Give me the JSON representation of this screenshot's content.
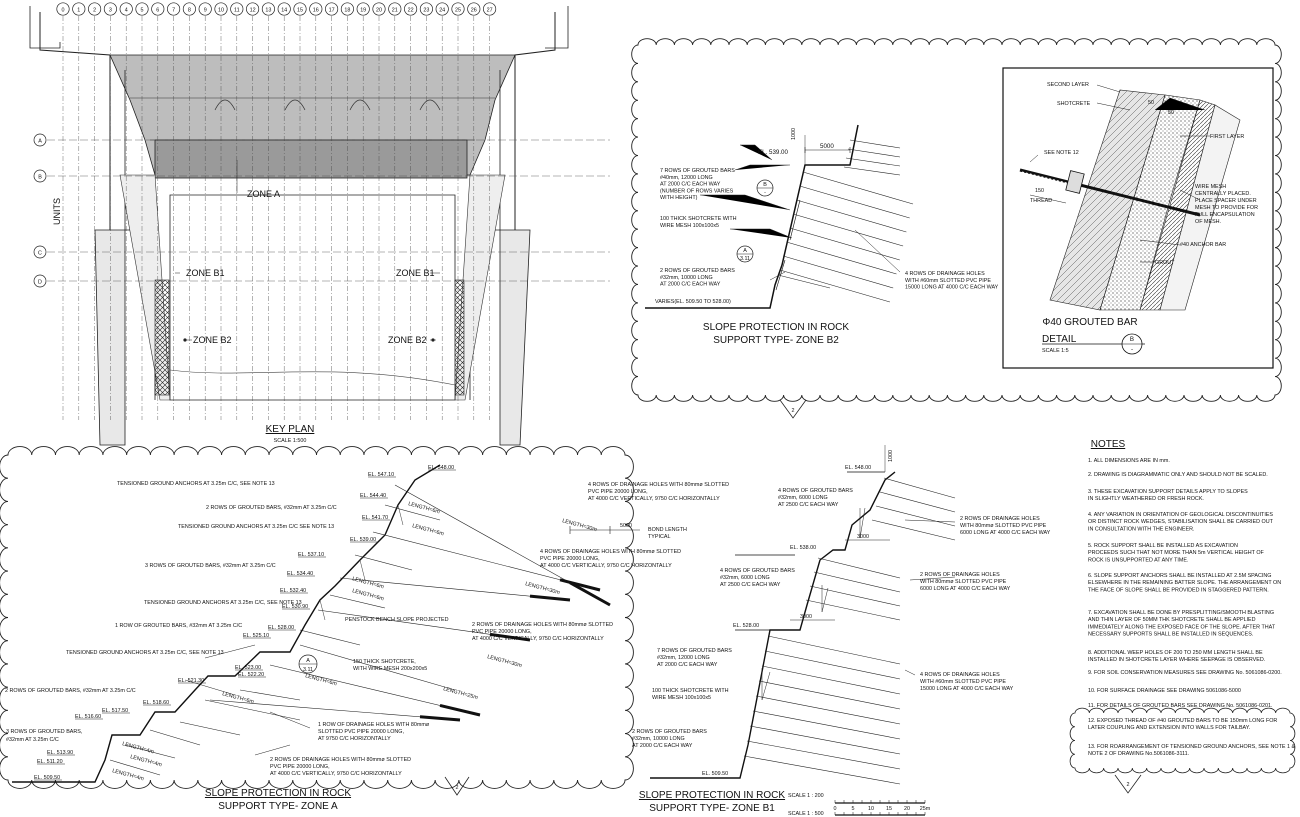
{
  "key_plan": {
    "title": "KEY PLAN",
    "scale": "SCALE 1:500",
    "grid_numbers": [
      "0",
      "1",
      "2",
      "3",
      "4",
      "5",
      "6",
      "7",
      "8",
      "9",
      "10",
      "11",
      "12",
      "13",
      "14",
      "15",
      "16",
      "17",
      "18",
      "19",
      "20",
      "21",
      "22",
      "23",
      "24",
      "25",
      "26",
      "27"
    ],
    "grid_letters": [
      "A",
      "B",
      "C",
      "D"
    ],
    "units_label": "UNITS",
    "zone_a": "ZONE A",
    "zone_b1_left": "ZONE B1",
    "zone_b1_right": "ZONE B1",
    "zone_b2_left": "ZONE B2",
    "zone_b2_right": "ZONE B2"
  },
  "zone_b2": {
    "title": "SLOPE PROTECTION IN ROCK",
    "subtitle": "SUPPORT TYPE- ZONE B2",
    "el_top": "EL. 539.00",
    "dim_5000": "5000",
    "dim_1000": "1000",
    "callout_b_letter": "B",
    "callout_b_sub": "-",
    "callout_a_letter": "A",
    "callout_a_sub": "3.11",
    "note_rows7": [
      "7 ROWS OF GROUTED BARS",
      "#40mm, 12000 LONG",
      "AT 2000 C/C EACH WAY",
      "(NUMBER OF ROWS VARIES",
      "WITH HEIGHT)"
    ],
    "note_shotcrete": [
      "100 THICK SHOTCRETE WITH",
      "WIRE MESH 100x100x5"
    ],
    "note_rows2": [
      "2 ROWS OF GROUTED BARS",
      "#32mm, 10000 LONG",
      "AT 2000 C/C EACH WAY"
    ],
    "note_varies": "VARIES(EL. 509.50 TO 528.00)",
    "note_drain": [
      "4 ROWS OF DRAINAGE HOLES",
      "WITH #60mm SLOTTED PVC PIPE",
      "15000 LONG AT 4000 C/C EACH WAY"
    ],
    "triangle_label": "2"
  },
  "detail_b": {
    "second_layer": "SECOND LAYER",
    "shotcrete": "SHOTCRETE",
    "first_layer": "FIRST LAYER",
    "see_note": "SEE NOTE 12",
    "dim_50a": "50",
    "dim_50b": "50",
    "dim_150": "150",
    "thread": "THREAD",
    "wire_mesh": [
      "WIRE MESH",
      "CENTRALLY PLACED.",
      "PLACE SPACER UNDER",
      "MESH TO PROVIDE FOR",
      "FULL ENCAPSULATION",
      "OF MESH."
    ],
    "anchor_bar": "#40 ANCHOR BAR",
    "grout": "GROUT",
    "bar_title": "Φ40 GROUTED BAR",
    "detail_label": "DETAIL",
    "detail_letter": "B",
    "detail_sub": "-",
    "detail_scale": "SCALE 1:5"
  },
  "zone_a": {
    "title": "SLOPE PROTECTION IN ROCK",
    "subtitle": "SUPPORT TYPE- ZONE A",
    "elevations": [
      "EL. 548.00",
      "EL. 547.10",
      "EL. 544.40",
      "EL. 541.70",
      "EL. 539.00",
      "EL. 537.10",
      "EL. 534.40",
      "EL. 532.40",
      "EL. 530.90",
      "EL. 528.00",
      "EL. 525.10",
      "EL. 523.00",
      "EL. 522.20",
      "EL. 521.30",
      "EL. 518.60",
      "EL. 517.50",
      "EL. 516.60",
      "EL. 513.90",
      "EL. 511.20",
      "EL. 509.50"
    ],
    "left_notes": [
      "TENSIONED GROUND ANCHORS AT 3.25m C/C, SEE NOTE 13",
      "2 ROWS OF GROUTED BARS, #32mm AT 3.25m C/C",
      "TENSIONED GROUND ANCHORS AT 3.25m C/C SEE NOTE 13",
      "3 ROWS OF GROUTED BARS, #32mm AT 3.25m C/C",
      "TENSIONED GROUND ANCHORS AT 3.25m C/C, SEE NOTE 13",
      "1 ROW OF GROUTED BARS, #32mm AT 3.25m C/C",
      "TENSIONED GROUND ANCHORS AT 3.25m C/C, SEE NOTE 13",
      "2 ROWS OF GROUTED BARS, #32mm AT 3.25m C/C",
      "3 ROWS OF GROUTED BARS,",
      "#32mm AT 3.25m C/C"
    ],
    "drain_notes_1": [
      "4 ROWS OF DRAINAGE HOLES WITH 80mmø SLOTTED",
      "PVC PIPE 20000 LONG,",
      "AT 4000 C/C VERTICALLY, 9750 C/C HORIZONTALLY"
    ],
    "drain_notes_2": [
      "4 ROWS OF DRAINAGE HOLES WITH 80mmø SLOTTED",
      "PVC PIPE 20000 LONG,",
      "AT 4000 C/C VERTICALLY, 9750 C/C HORIZONTALLY"
    ],
    "drain_notes_3": [
      "2 ROWS OF DRAINAGE HOLES WITH 80mmø SLOTTED",
      "PVC PIPE 20000 LONG,",
      "AT 4000 C/C VERTICALLY, 9750 C/C HORIZONTALLY"
    ],
    "drain_notes_4": [
      "1 ROW OF DRAINAGE HOLES WITH 80mmø",
      "SLOTTED PVC PIPE 20000 LONG,",
      "AT 9750 C/C HORIZONTALLY"
    ],
    "drain_notes_5": [
      "2 ROWS OF DRAINAGE HOLES WITH 80mmø SLOTTED",
      "PVC PIPE 20000 LONG,",
      "AT 4000 C/C VERTICALLY, 9750 C/C HORIZONTALLY"
    ],
    "bond_length": [
      "BOND LENGTH",
      "TYPICAL"
    ],
    "dim_5000": "5000",
    "lengths": [
      "LENGTH=30m",
      "LENGTH=6m",
      "LENGTH=6m",
      "LENGTH=30m",
      "LENGTH=6m",
      "LENGTH=6m",
      "LENGTH=30m",
      "LENGTH=6m",
      "LENGTH=25m",
      "LENGTH=6m",
      "LENGTH=4m",
      "LENGTH=4m",
      "LENGTH=4m"
    ],
    "penstock": "PENSTOCK BENCH SLOPE PROJECTED",
    "shotcrete": [
      "150 THICK SHOTCRETE,",
      "WITH WIRE MESH 200x200x5"
    ],
    "callout_a_letter": "A",
    "callout_a_sub": "3.11",
    "triangle_label": "2"
  },
  "zone_b1": {
    "title": "SLOPE PROTECTION IN ROCK",
    "subtitle": "SUPPORT TYPE- ZONE B1",
    "el_548": "EL. 548.00",
    "el_538": "EL. 538.00",
    "el_528": "EL. 528.00",
    "el_509": "EL. 509.50",
    "dim_3000a": "3000",
    "dim_3000b": "3000",
    "dim_1000": "1000",
    "note_top": [
      "4 ROWS OF GROUTED BARS",
      "#32mm, 6000 LONG",
      "AT 2500 C/C EACH WAY"
    ],
    "note_mid": [
      "4 ROWS OF GROUTED BARS",
      "#32mm, 6000 LONG",
      "AT 2500 C/C EACH WAY"
    ],
    "note_low": [
      "7 ROWS OF GROUTED BARS",
      "#32mm, 12000 LONG",
      "AT 2000 C/C EACH WAY"
    ],
    "note_shot": [
      "100 THICK SHOTCRETE WITH",
      "WIRE MESH 100x100x5"
    ],
    "note_bottom": [
      "2 ROWS OF GROUTED BARS",
      "#32mm, 10000 LONG",
      "AT 2000 C/C EACH WAY"
    ],
    "drain_top": [
      "2 ROWS OF DRAINAGE HOLES",
      "WITH 80mmø SLOTTED PVC PIPE",
      "6000 LONG AT 4000 C/C EACH WAY"
    ],
    "drain_mid": [
      "2 ROWS OF DRAINAGE HOLES",
      "WITH 80mmø SLOTTED PVC PIPE",
      "6000 LONG AT 4000 C/C EACH WAY"
    ],
    "drain_low": [
      "4 ROWS OF DRAINAGE HOLES",
      "WITH #60mm SLOTTED PVC PIPE",
      "15000 LONG AT 4000 C/C EACH WAY"
    ],
    "scale_1_200": "SCALE 1 : 200",
    "scale_1_500": "SCALE 1 : 500",
    "scale_ticks": [
      "0",
      "5",
      "10",
      "15",
      "20",
      "25m"
    ]
  },
  "notes": {
    "title": "NOTES",
    "items": [
      [
        "1. ALL DIMENSIONS ARE IN mm."
      ],
      [
        "2. DRAWING IS DIAGRAMMATIC ONLY AND SHOULD NOT BE SCALED."
      ],
      [
        "3. THESE EXCAVATION SUPPORT DETAILS APPLY TO SLOPES",
        "IN    SLIGHTLY WEATHERED OR FRESH ROCK."
      ],
      [
        "4. ANY VARIATION IN ORIENTATION OF GEOLOGICAL DISCONTINUITIES",
        "OR DISTINCT ROCK WEDGES, STABILISATION SHALL BE CARRIED OUT",
        "IN CONSULTATION WITH THE ENGINEER."
      ],
      [
        "5. ROCK SUPPORT SHALL BE INSTALLED AS EXCAVATION",
        "PROCEEDS    SUCH THAT NOT MORE THAN 5m VERTICAL HEIGHT OF",
        "ROCK IS     UNSUPPORTED AT ANY TIME."
      ],
      [
        "6. SLOPE SUPPORT ANCHORS SHALL BE INSTALLED AT 2.5M SPACING",
        "ELSEWHERE IN THE REMAINING BATTER SLOPE. THE ARRANGEMENT ON",
        "THE FACE OF SLOPE SHALL BE PROVIDED IN STAGGERED PATTERN."
      ],
      [
        "7. EXCAVATION SHALL BE DONE BY PRESPLITTING/SMOOTH BLASTING",
        "AND  THIN LAYER OF 50MM THK SHOTCRETE SHALL BE APPLIED",
        "IMMEDIATELY  ALONG THE EXPOSED FACE OF THE SLOPE. AFTER THAT",
        "NECESSARY    SUPPORTS  SHALL BE INSTALLED IN SEQUENCES."
      ],
      [
        "8. ADDITIONAL WEEP HOLES OF 200 TO 250 MM LENGTH  SHALL BE",
        "INSTALLED IN SHOTCRETE LAYER WHERE SEEPAGE IS OBSERVED."
      ],
      [
        "9. FOR SOIL CONSERVATION MEASURES SEE DRAWING No. 5061086-0200."
      ],
      [
        "10. FOR SURFACE DRAINAGE SEE DRAWING 5061086-5000"
      ],
      [
        "11. FOR DETAILS OF GROUTED BARS SEE DRAWING No. 5061086-0201."
      ],
      [
        "12. EXPOSED THREAD OF #40 GROUTED BARS TO BE 150mm LONG FOR",
        "LATER COUPLING AND EXTENSION INTO WALLS FOR TAILBAY."
      ],
      [
        "13. FOR ROARRANGEMENT OF TENSIONED GROUND ANCHORS, SEE NOTE 1 &",
        "NOTE 2 OF DRAWING No.5061086-3111."
      ]
    ],
    "triangle_label": "2"
  }
}
